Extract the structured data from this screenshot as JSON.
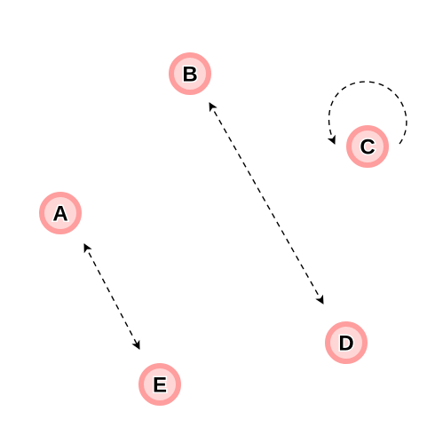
{
  "graph": {
    "nodes": [
      {
        "id": "A",
        "label": "A"
      },
      {
        "id": "B",
        "label": "B"
      },
      {
        "id": "C",
        "label": "C"
      },
      {
        "id": "D",
        "label": "D"
      },
      {
        "id": "E",
        "label": "E"
      }
    ],
    "edges": [
      {
        "source": "A",
        "target": "E",
        "directed": "both",
        "style": "dashed"
      },
      {
        "source": "B",
        "target": "D",
        "directed": "both",
        "style": "dashed"
      },
      {
        "source": "C",
        "target": "C",
        "directed": "loop",
        "style": "dashed"
      }
    ],
    "colors": {
      "node_fill": "#ffd6d6",
      "node_border": "#ff9e9e",
      "edge": "#000000",
      "label": "#000000"
    }
  }
}
